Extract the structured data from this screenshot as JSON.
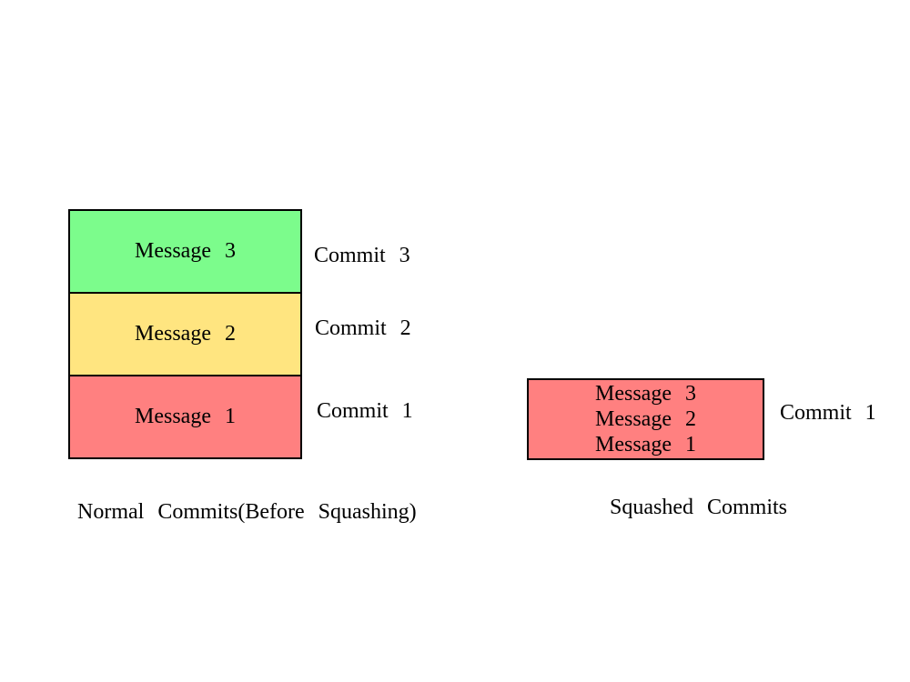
{
  "colors": {
    "background": "#ffffff",
    "border": "#000000",
    "text": "#000000",
    "box_green": "#7cfc8c",
    "box_yellow": "#ffe580",
    "box_red": "#ff8080"
  },
  "before": {
    "boxes": [
      {
        "message": "Message 3",
        "commit_label": "Commit 3",
        "color": "#7cfc8c"
      },
      {
        "message": "Message 2",
        "commit_label": "Commit 2",
        "color": "#ffe580"
      },
      {
        "message": "Message 1",
        "commit_label": "Commit 1",
        "color": "#ff8080"
      }
    ],
    "caption": "Normal Commits(Before Squashing)"
  },
  "after": {
    "box_color": "#ff8080",
    "messages": [
      "Message 3",
      "Message 2",
      "Message 1"
    ],
    "commit_label": "Commit 1",
    "caption": "Squashed Commits"
  }
}
